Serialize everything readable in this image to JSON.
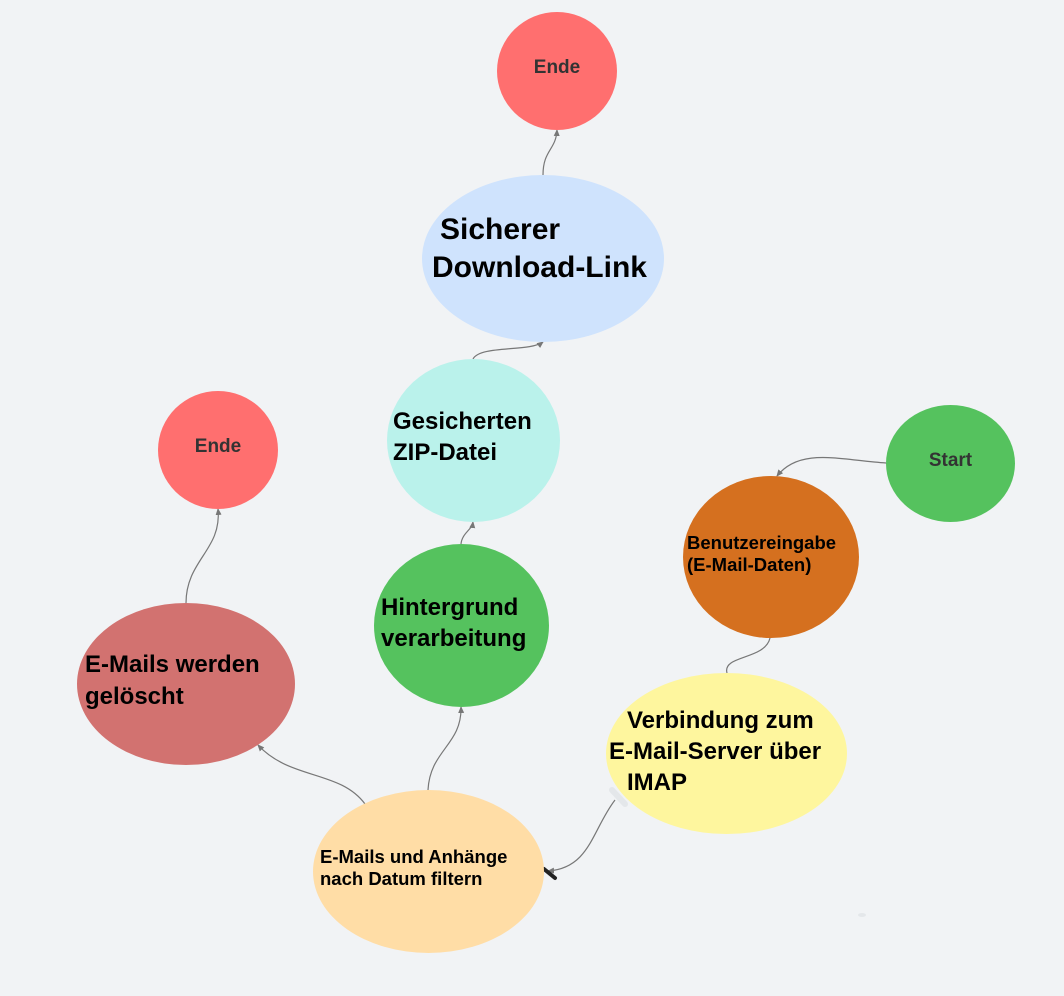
{
  "diagram": {
    "nodes": [
      {
        "id": "start",
        "lines": [
          "Start"
        ],
        "color": "#55c25e"
      },
      {
        "id": "input",
        "lines": [
          "Benutzereingabe",
          "(E-Mail-Daten)"
        ],
        "color": "#d5701f"
      },
      {
        "id": "imap",
        "lines": [
          "Verbindung zum",
          "E-Mail-Server über",
          "IMAP"
        ],
        "color": "#fef69e"
      },
      {
        "id": "filter",
        "lines": [
          "E-Mails und Anhänge",
          "nach Datum filtern"
        ],
        "color": "#ffdda6"
      },
      {
        "id": "delete",
        "lines": [
          "E-Mails werden",
          "gelöscht"
        ],
        "color": "#d27270"
      },
      {
        "id": "end1",
        "lines": [
          "Ende"
        ],
        "color": "#ff6f6f"
      },
      {
        "id": "bg",
        "lines": [
          "Hintergrund",
          "verarbeitung"
        ],
        "color": "#55c25e"
      },
      {
        "id": "zip",
        "lines": [
          "Gesicherten",
          "ZIP-Datei"
        ],
        "color": "#baf2eb"
      },
      {
        "id": "dl",
        "lines": [
          "Sicherer",
          "Download-Link"
        ],
        "color": "#cfe3fd"
      },
      {
        "id": "end2",
        "lines": [
          "Ende"
        ],
        "color": "#ff6f6f"
      }
    ],
    "edges": [
      {
        "from": "start",
        "to": "input"
      },
      {
        "from": "input",
        "to": "imap"
      },
      {
        "from": "imap",
        "to": "filter"
      },
      {
        "from": "filter",
        "to": "delete"
      },
      {
        "from": "delete",
        "to": "end1"
      },
      {
        "from": "filter",
        "to": "bg"
      },
      {
        "from": "bg",
        "to": "zip"
      },
      {
        "from": "zip",
        "to": "dl"
      },
      {
        "from": "dl",
        "to": "end2"
      }
    ],
    "edge_color": "#777777"
  }
}
